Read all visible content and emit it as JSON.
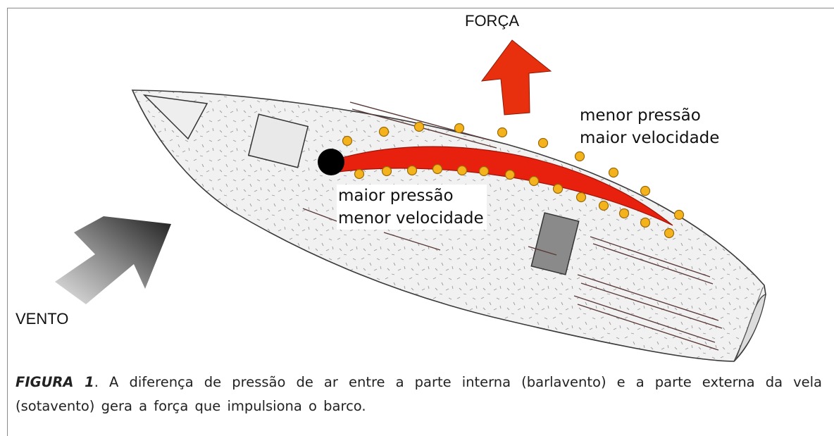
{
  "labels": {
    "force": "FORÇA",
    "wind": "VENTO",
    "low_pressure": [
      "menor pressão",
      "maior velocidade"
    ],
    "high_pressure": [
      "maior pressão",
      "menor velocidade"
    ]
  },
  "caption": {
    "figure_number": "FIGURA 1",
    "text": ". A diferença de pressão de ar entre a parte interna (barlavento) e a parte externa da vela (sotavento) gera a força que impulsiona o barco."
  },
  "colors": {
    "sail": "#e8210f",
    "force_arrow": "#e8300f",
    "airflow_dot": "#f4b21c",
    "hull_fill": "#f1f1f1",
    "mast": "#000000"
  }
}
